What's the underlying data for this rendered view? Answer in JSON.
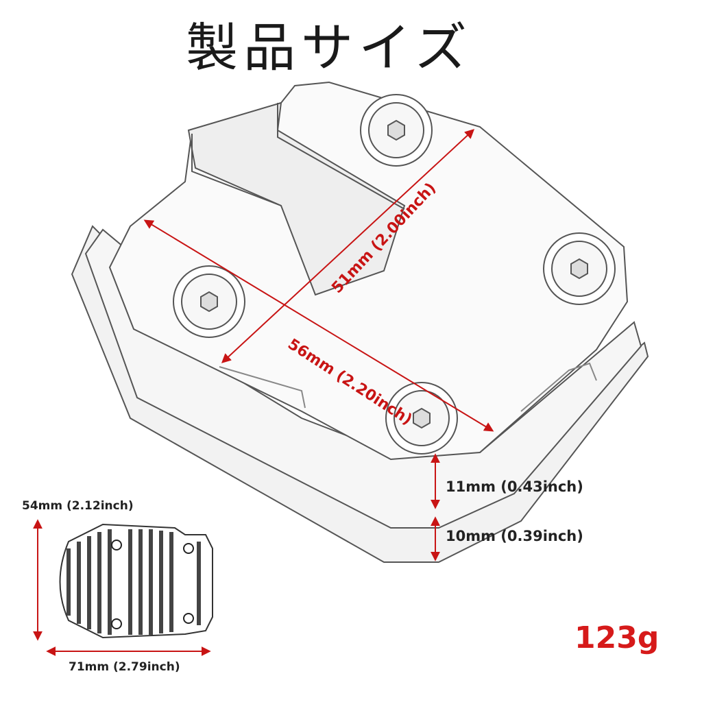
{
  "title": "製品サイズ",
  "dimensions": {
    "width_diag": "51mm (2.00inch)",
    "length_diag": "56mm (2.20inch)",
    "height_top": "11mm (0.43inch)",
    "height_bottom": "10mm (0.39inch)",
    "bottom_height": "54mm (2.12inch)",
    "bottom_width": "71mm (2.79inch)"
  },
  "weight": "123g",
  "colors": {
    "arrow": "#c81414",
    "weight": "#d61a1a",
    "outline": "#555555"
  }
}
